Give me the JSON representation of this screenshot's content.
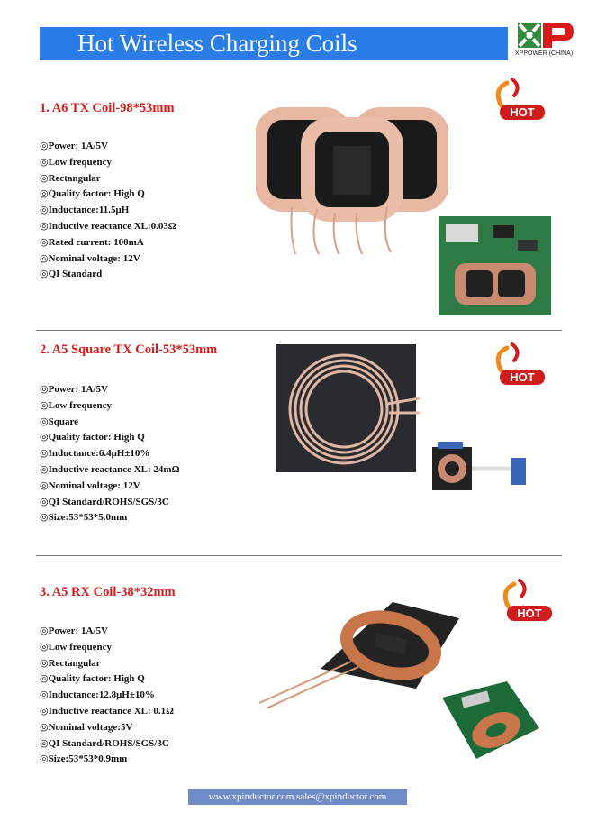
{
  "header": {
    "title": "Hot Wireless Charging Coils",
    "logo_caption": "XPPOWER (CHINA)"
  },
  "colors": {
    "banner": "#2a7de6",
    "title_red": "#d81a1a",
    "footer": "#6f8cc8",
    "hot_red": "#d01c1c",
    "hot_orange": "#f08a1c"
  },
  "hot_badge_text": "HOT",
  "sections": [
    {
      "title": "1. A6 TX Coil-98*53mm",
      "specs": [
        "◎Power: 1A/5V",
        "◎Low frequency",
        "◎Rectangular",
        "◎Quality factor: High Q",
        "◎Inductance:11.5μH",
        "◎Inductive reactance XL:0.03Ω",
        "◎Rated current: 100mA",
        "◎Nominal voltage: 12V",
        "◎QI Standard"
      ]
    },
    {
      "title": "2. A5 Square TX Coil-53*53mm",
      "specs": [
        "◎Power: 1A/5V",
        "◎Low frequency",
        "◎Square",
        "◎Quality factor: High Q",
        "◎Inductance:6.4μH±10%",
        "◎Inductive reactance XL: 24mΩ",
        "◎Nominal voltage: 12V",
        "◎QI Standard/ROHS/SGS/3C",
        "◎Size:53*53*5.0mm"
      ]
    },
    {
      "title": "3. A5 RX Coil-38*32mm",
      "specs": [
        "◎Power: 1A/5V",
        "◎Low frequency",
        "◎Rectangular",
        "◎Quality factor: High Q",
        "◎Inductance:12.8μH±10%",
        "◎Inductive reactance XL: 0.1Ω",
        "◎Nominal voltage:5V",
        "◎QI Standard/ROHS/SGS/3C",
        "◎Size:53*53*0.9mm"
      ]
    }
  ],
  "footer": {
    "text": "www.xpinductor.com  sales@xpinductor.com"
  }
}
